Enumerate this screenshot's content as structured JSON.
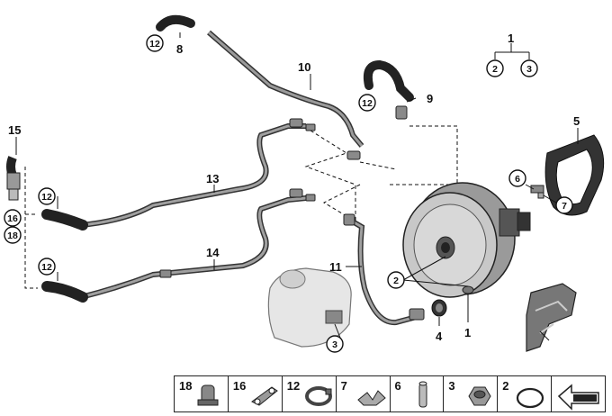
{
  "callouts": {
    "c1": "1",
    "c1b": "1",
    "c2": "2",
    "c2b": "2",
    "c3": "3",
    "c3b": "3",
    "c4": "4",
    "c5": "5",
    "c6": "6",
    "c7": "7",
    "c8": "8",
    "c9": "9",
    "c10": "10",
    "c11": "11",
    "c12a": "12",
    "c12b": "12",
    "c12c": "12",
    "c12d": "12",
    "c13": "13",
    "c14": "14",
    "c15": "15",
    "c16": "16",
    "c18": "18"
  },
  "legend": [
    {
      "label": "18",
      "icon": "clamp-bracket-icon"
    },
    {
      "label": "16",
      "icon": "mounting-bracket-icon"
    },
    {
      "label": "12",
      "icon": "hose-clamp-icon"
    },
    {
      "label": "7",
      "icon": "spring-clip-icon"
    },
    {
      "label": "6",
      "icon": "pin-icon"
    },
    {
      "label": "3",
      "icon": "hex-nut-icon"
    },
    {
      "label": "2",
      "icon": "o-ring-icon"
    },
    {
      "label": "",
      "icon": "arrow-icon"
    }
  ]
}
